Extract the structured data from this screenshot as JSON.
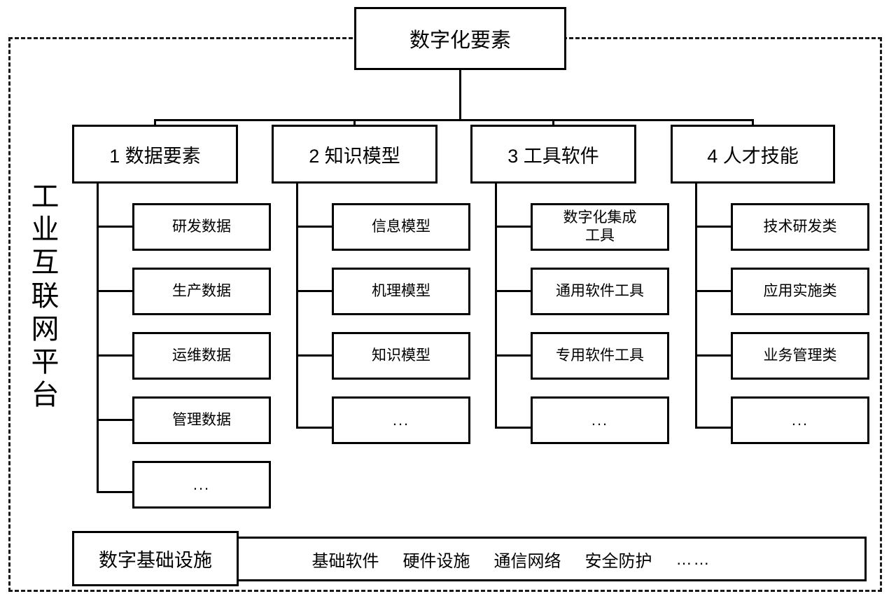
{
  "frame": {
    "side_label": "工业互联网平台",
    "border_color": "#1a1a1a",
    "border_style": "dashed"
  },
  "root": {
    "label": "数字化要素"
  },
  "categories": [
    {
      "label": "1 数据要素",
      "children": [
        {
          "label": "研发数据"
        },
        {
          "label": "生产数据"
        },
        {
          "label": "运维数据"
        },
        {
          "label": "管理数据"
        },
        {
          "label": "..."
        }
      ]
    },
    {
      "label": "2 知识模型",
      "children": [
        {
          "label": "信息模型"
        },
        {
          "label": "机理模型"
        },
        {
          "label": "知识模型"
        },
        {
          "label": "..."
        }
      ]
    },
    {
      "label": "3 工具软件",
      "children": [
        {
          "label": "数字化集成\n工具"
        },
        {
          "label": "通用软件工具"
        },
        {
          "label": "专用软件工具"
        },
        {
          "label": "..."
        }
      ]
    },
    {
      "label": "4 人才技能",
      "children": [
        {
          "label": "技术研发类"
        },
        {
          "label": "应用实施类"
        },
        {
          "label": "业务管理类"
        },
        {
          "label": "..."
        }
      ]
    }
  ],
  "infrastructure": {
    "label": "数字基础设施",
    "items": [
      {
        "label": "基础软件"
      },
      {
        "label": "硬件设施"
      },
      {
        "label": "通信网络"
      },
      {
        "label": "安全防护"
      },
      {
        "label": "……"
      }
    ]
  }
}
